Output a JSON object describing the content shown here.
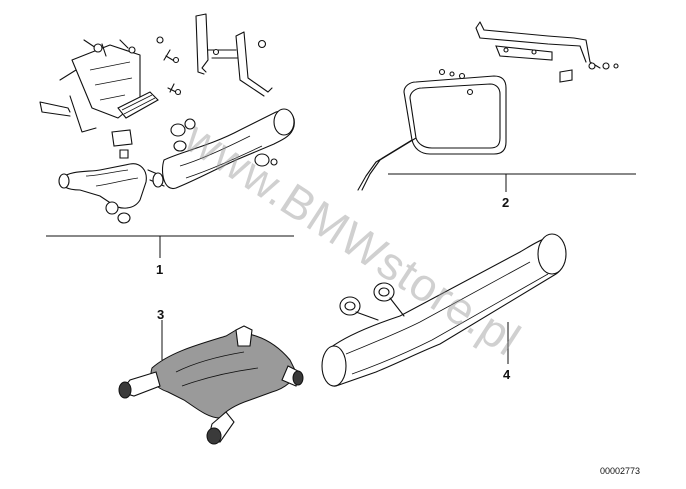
{
  "callouts": {
    "c1": "1",
    "c2": "2",
    "c3": "3",
    "c4": "4"
  },
  "diagram_id": "00002773",
  "watermark": "www.BMWstore.pl"
}
